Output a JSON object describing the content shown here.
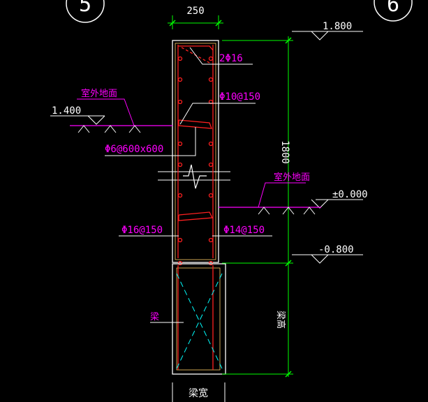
{
  "grid_axes": {
    "left": "5",
    "right": "6"
  },
  "dimensions": {
    "wall_width": "250",
    "height": "1800",
    "beam_width": "梁宽",
    "beam_height": "梁高"
  },
  "elevations": {
    "top": "1.800",
    "left_ground": "1.400",
    "zero": "±0.000",
    "bottom": "-0.800"
  },
  "ground_labels": {
    "left": "室外地面",
    "right": "室外地面"
  },
  "rebar_labels": {
    "top_bars": "2Φ16",
    "stirrup_upper": "Φ10@150",
    "tie_bars": "Φ6@600x600",
    "vertical_left": "Φ16@150",
    "vertical_right": "Φ14@150",
    "beam_note": "梁"
  },
  "colors": {
    "background": "#000000",
    "outline": "#ffffff",
    "rebar": "#ff2020",
    "dimension": "#00ff00",
    "annotation": "#ff00ff",
    "beam_hatch": "#00ffff",
    "concrete_edge": "#ffcc66"
  }
}
